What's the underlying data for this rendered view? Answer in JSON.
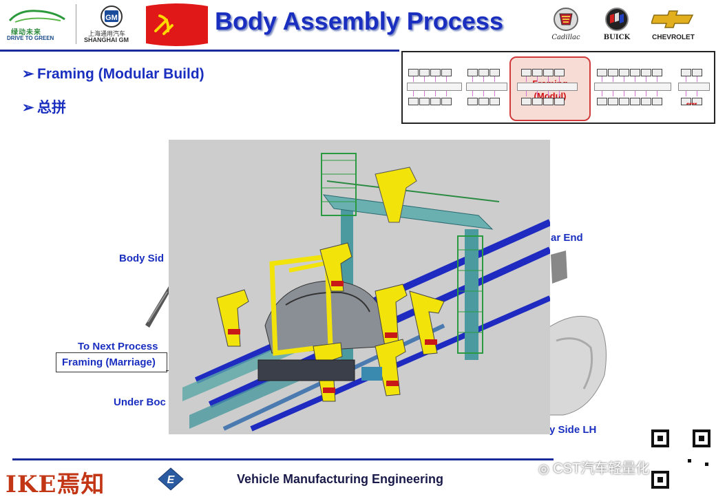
{
  "header": {
    "title": "Body Assembly Process",
    "logo_green_line1": "绿动未来",
    "logo_green_line2": "DRIVE TO GREEN",
    "logo_sgm_line1": "上海通用汽车",
    "logo_sgm_line2": "SHANGHAI GM",
    "brands": [
      "Cadillac",
      "BUICK",
      "CHEVROLET"
    ]
  },
  "bullets": [
    "Framing (Modular Build)",
    "总拼"
  ],
  "flow_diagram": {
    "highlight_line1": "Framing",
    "highlight_line2": "(Modul)"
  },
  "labels": {
    "body_side": "Body Sid",
    "rear_end": "ar End",
    "to_next": "To Next Process",
    "marriage": "Framing (Marriage)",
    "under_body": "Under Boc",
    "body_side_lh": "y Side LH"
  },
  "footer": {
    "logo_text": "IKE焉知",
    "course": "Vehicle Manufacturing Engineering",
    "watermark": "CST汽车轻量化"
  },
  "colors": {
    "title_blue": "#1a2fbf",
    "rule_blue": "#1a2a9a",
    "highlight_red": "#d01010",
    "robot_yellow": "#f2e40a",
    "conveyor_blue": "#2230c8",
    "frame_teal": "#4a9aa0"
  }
}
